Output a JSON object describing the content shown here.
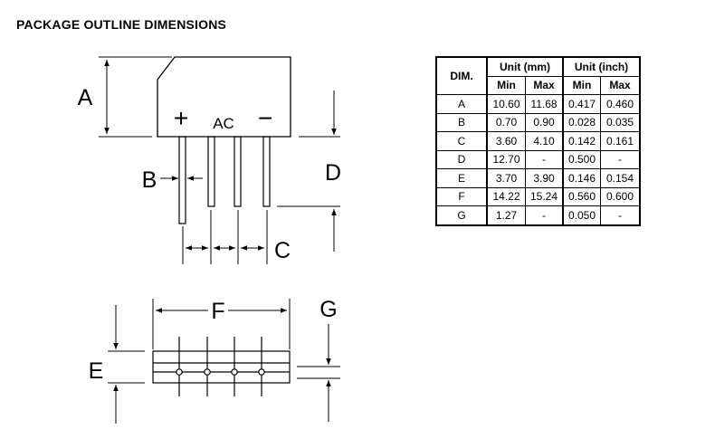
{
  "title": "PACKAGE OUTLINE DIMENSIONS",
  "drawing": {
    "label_a": "A",
    "label_b": "B",
    "label_c": "C",
    "label_d": "D",
    "label_e": "E",
    "label_f": "F",
    "label_g": "G",
    "plus": "+",
    "ac": "AC",
    "minus": "−"
  },
  "table": {
    "dim_header": "DIM.",
    "unit_mm": "Unit (mm)",
    "unit_inch": "Unit (inch)",
    "min": "Min",
    "max": "Max",
    "rows": [
      {
        "dim": "A",
        "mm_min": "10.60",
        "mm_max": "11.68",
        "in_min": "0.417",
        "in_max": "0.460"
      },
      {
        "dim": "B",
        "mm_min": "0.70",
        "mm_max": "0.90",
        "in_min": "0.028",
        "in_max": "0.035"
      },
      {
        "dim": "C",
        "mm_min": "3.60",
        "mm_max": "4.10",
        "in_min": "0.142",
        "in_max": "0.161"
      },
      {
        "dim": "D",
        "mm_min": "12.70",
        "mm_max": "-",
        "in_min": "0.500",
        "in_max": "-"
      },
      {
        "dim": "E",
        "mm_min": "3.70",
        "mm_max": "3.90",
        "in_min": "0.146",
        "in_max": "0.154"
      },
      {
        "dim": "F",
        "mm_min": "14.22",
        "mm_max": "15.24",
        "in_min": "0.560",
        "in_max": "0.600"
      },
      {
        "dim": "G",
        "mm_min": "1.27",
        "mm_max": "-",
        "in_min": "0.050",
        "in_max": "-"
      }
    ]
  }
}
